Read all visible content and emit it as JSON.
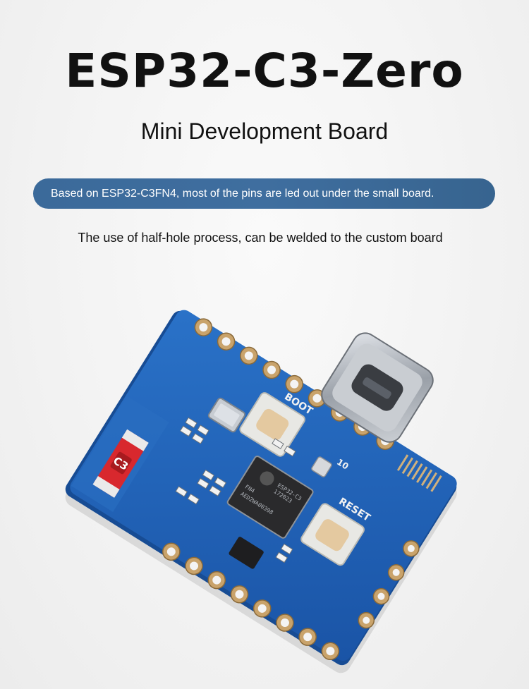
{
  "product": {
    "title": "ESP32-C3-Zero",
    "subtitle": "Mini Development Board",
    "highlight": "Based on ESP32-C3FN4, most of the pins are led out under the small board.",
    "caption": "The use of half-hole process, can be welded to the custom board"
  },
  "board": {
    "boot_label": "BOOT",
    "reset_label": "RESET",
    "pin_label": "10",
    "chip_lines": [
      "ESP32-C3",
      "172023",
      "FN4",
      "AED2WA00398"
    ],
    "antenna_mark": "C3",
    "colors": {
      "pcb": "#1f62b8",
      "pcb_edge": "#164a90",
      "gold_pad": "#c9a36b",
      "silver": "#b9bec6",
      "antenna_red": "#d8282e"
    }
  }
}
